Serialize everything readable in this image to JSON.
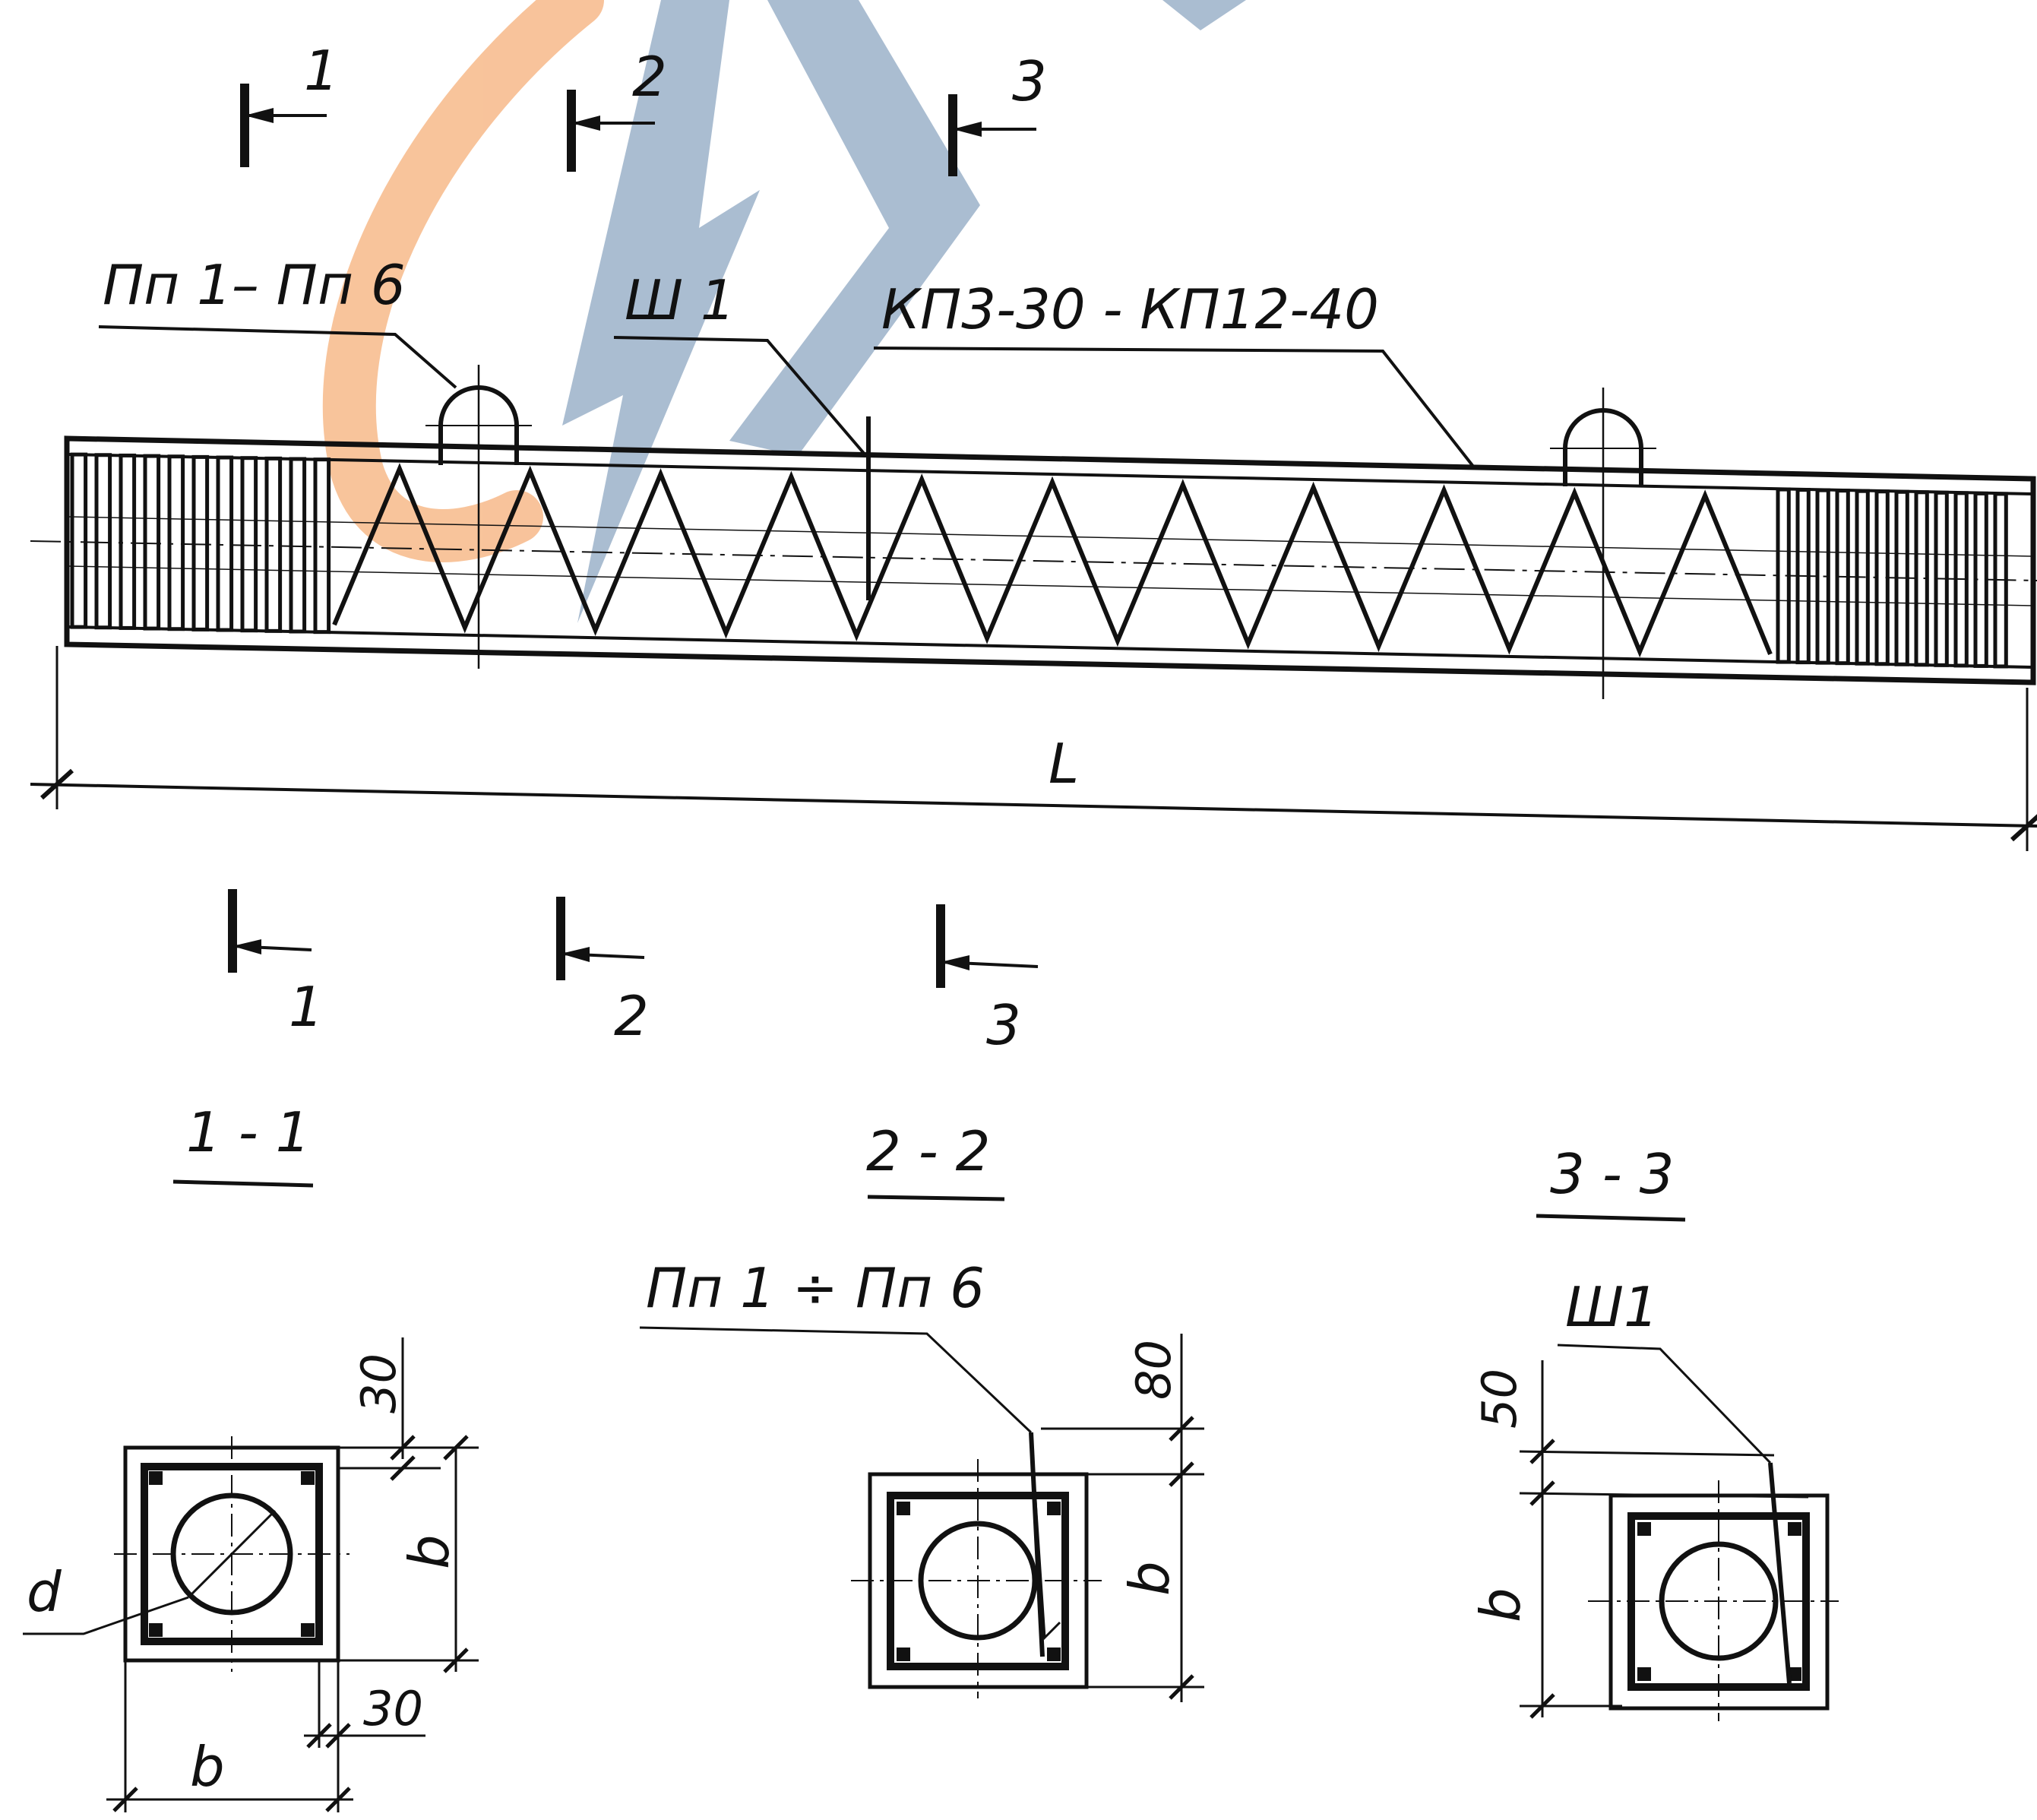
{
  "labels": {
    "section_mark_top_1": "1",
    "section_mark_top_2": "2",
    "section_mark_top_3": "3",
    "section_mark_bottom_1": "1",
    "section_mark_bottom_2": "2",
    "section_mark_bottom_3": "3",
    "callout_loops": "Пп 1– Пп 6",
    "callout_joint": "Ш 1",
    "callout_frames": "КП3-30 - КП12-40",
    "dimension_length": "L",
    "section_1_title": "1 - 1",
    "section_2_title": "2 - 2",
    "section_3_title": "3 - 3",
    "section_2_callout": "Пп 1 ÷ Пп 6",
    "section_3_callout": "Ш1",
    "dim_30_top": "30",
    "dim_30_bottom": "30",
    "dim_80": "80",
    "dim_50": "50",
    "dim_b_s1_vertical": "b",
    "dim_b_s1_horizontal": "b",
    "dim_b_s2": "b",
    "dim_b_s3": "b",
    "dim_d": "d"
  },
  "colors": {
    "line": "#111111",
    "watermark_orange": "#f6b07a",
    "watermark_blue": "#8ea7c2"
  }
}
